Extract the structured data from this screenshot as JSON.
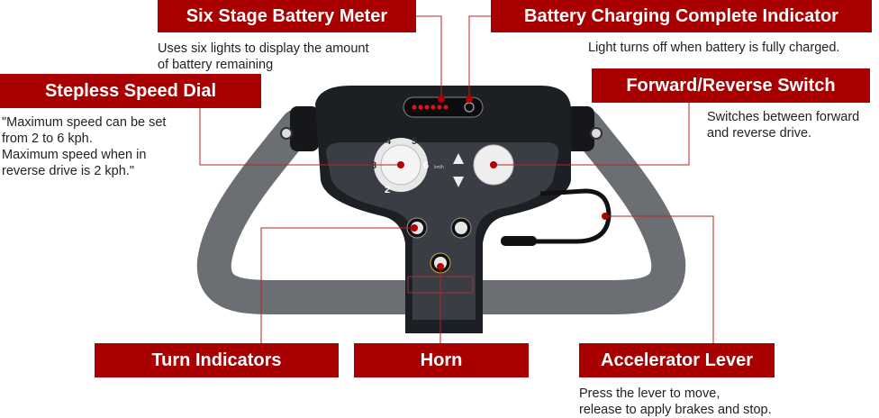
{
  "callouts": {
    "battery_meter": {
      "title": "Six Stage Battery Meter",
      "lines": [
        "Uses six lights to display the amount",
        "of battery remaining"
      ]
    },
    "charging_indicator": {
      "title": "Battery Charging Complete Indicator",
      "lines": [
        "Light turns off when battery is fully charged."
      ]
    },
    "speed_dial": {
      "title": "Stepless Speed Dial",
      "lines": [
        "\"Maximum speed can be set",
        "from 2 to 6 kph.",
        "Maximum speed when in",
        "reverse drive is 2 kph.\""
      ]
    },
    "forward_reverse": {
      "title": "Forward/Reverse Switch",
      "lines": [
        "Switches between forward",
        "and reverse drive."
      ]
    },
    "turn_indicators": {
      "title": "Turn Indicators"
    },
    "horn": {
      "title": "Horn"
    },
    "accelerator": {
      "title": "Accelerator Lever",
      "lines": [
        "Press the lever to move,",
        "release to apply brakes and stop."
      ]
    }
  },
  "device": {
    "dial_numbers": [
      "2",
      "3",
      "4",
      "5",
      "6"
    ],
    "speed_unit": "km/h",
    "battery_lights": 6
  },
  "colors": {
    "accent": "#a80000",
    "handle": "#6b6e72",
    "body": "#1c1f24"
  }
}
